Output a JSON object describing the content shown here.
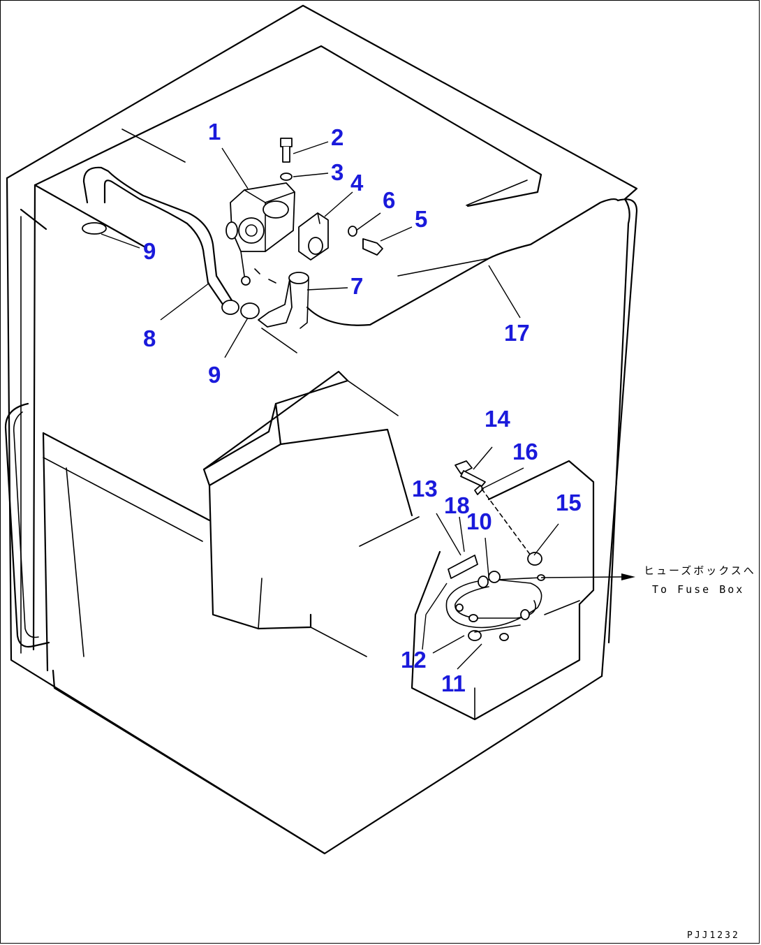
{
  "callouts": {
    "c1": "1",
    "c2": "2",
    "c3": "3",
    "c4": "4",
    "c5": "5",
    "c6": "6",
    "c7": "7",
    "c8": "8",
    "c9a": "9",
    "c9b": "9",
    "c10": "10",
    "c11": "11",
    "c12": "12",
    "c13": "13",
    "c14": "14",
    "c15": "15",
    "c16": "16",
    "c17": "17",
    "c18": "18"
  },
  "notes": {
    "destination_jp": "ヒューズボックスへ",
    "destination_en": "To Fuse Box",
    "drawing_code": "PJJ1232"
  },
  "colors": {
    "callout_text": "#1a1adb",
    "linework": "#000000"
  }
}
